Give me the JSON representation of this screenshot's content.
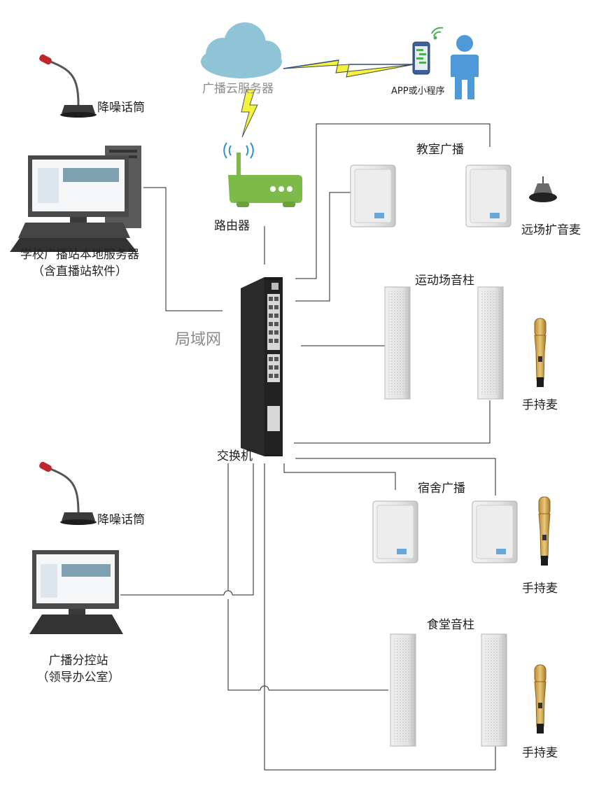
{
  "cloud": {
    "label": "广播云服务器"
  },
  "app": {
    "label": "APP或小程序"
  },
  "router": {
    "label": "路由器"
  },
  "lan": {
    "label": "局域网"
  },
  "switch": {
    "label": "交换机"
  },
  "main_station": {
    "mic_label": "降噪话筒",
    "caption_line1": "学校广播站本地服务器",
    "caption_line2": "（含直播站软件）"
  },
  "sub_station": {
    "mic_label": "降噪话筒",
    "caption_line1": "广播分控站",
    "caption_line2": "（领导办公室）"
  },
  "zones": [
    {
      "label": "教室广播",
      "mic_label": "远场扩音麦"
    },
    {
      "label": "运动场音柱",
      "mic_label": "手持麦"
    },
    {
      "label": "宿舍广播",
      "mic_label": "手持麦"
    },
    {
      "label": "食堂音柱",
      "mic_label": "手持麦"
    }
  ],
  "colors": {
    "cloud": "#8fc3d6",
    "router": "#7dba4a",
    "lightning": "#f3f23c",
    "person": "#4e9ad8",
    "switch_body": "#1b1b1b",
    "line": "#222222"
  },
  "icons": [
    "cloud-icon",
    "lightning-icon",
    "phone-icon",
    "wifi-icon",
    "person-icon",
    "router-icon",
    "switch-icon",
    "computer-icon",
    "microphone-icon",
    "speaker-icon",
    "column-speaker-icon",
    "handheld-mic-icon",
    "far-field-mic-icon"
  ]
}
